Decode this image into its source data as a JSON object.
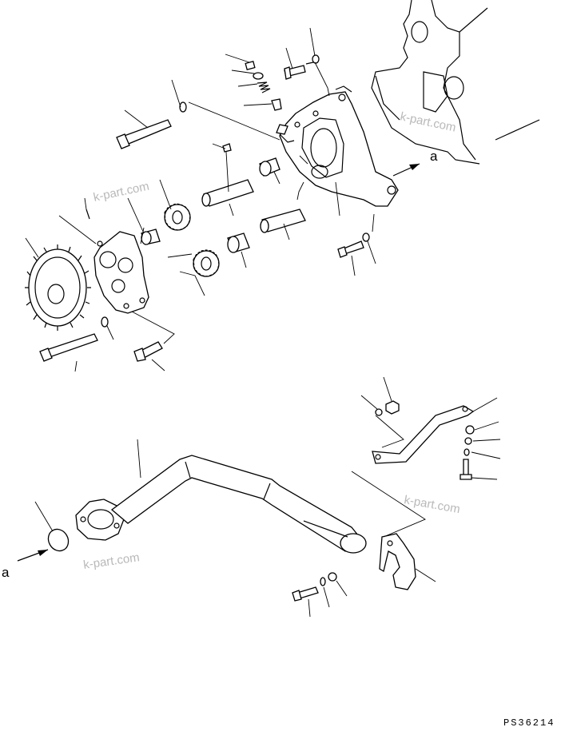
{
  "labels": {
    "ref_a_top": "a",
    "ref_a_bottom": "a"
  },
  "watermarks": [
    "k-part.com",
    "k-part.com",
    "k-part.com",
    "k-part.com"
  ],
  "drawing_code": "PS36214"
}
